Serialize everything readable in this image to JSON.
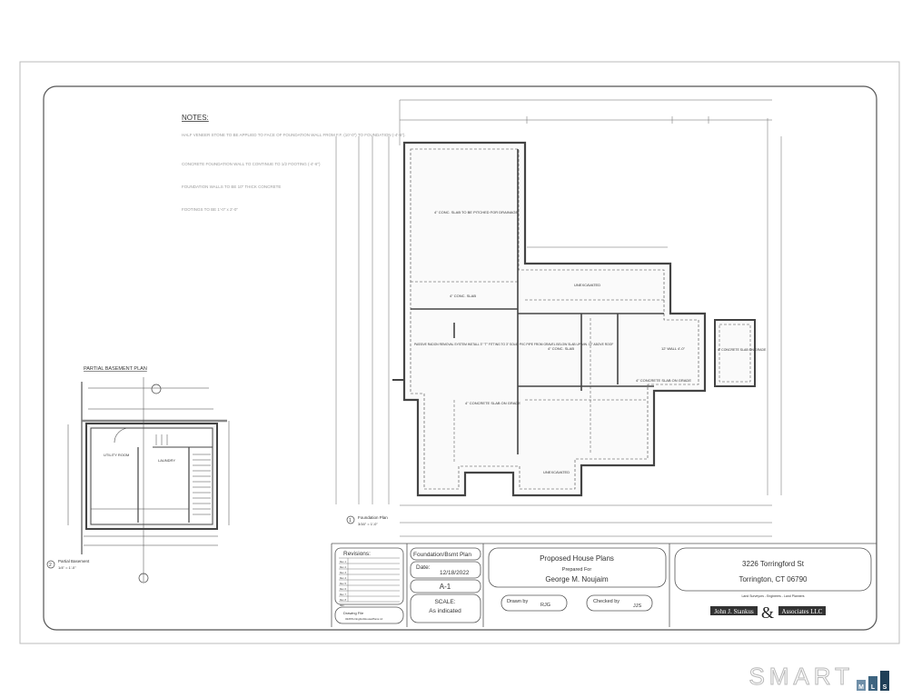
{
  "notes": {
    "title": "NOTES:",
    "items": [
      "HALF VENEER STONE TO BE APPLIED TO FACE OF FOUNDATION WALL FROM F.F. (10'-0\") TO FOUNDATION (-4'-6\").",
      "CONCRETE FOUNDATION WALL TO CONTINUE TO 1/2 FOOTING (-4'-6\")",
      "FOUNDATION WALLS TO BE 10\" THICK CONCRETE",
      "FOOTINGS TO BE 1'-0\" x 2'-0\""
    ]
  },
  "partial_basement": {
    "title": "PARTIAL BASEMENT PLAN",
    "rooms": [
      "UTILITY ROOM",
      "LAUNDRY"
    ],
    "label_number": "2",
    "label": "Partial Basement",
    "scale": "1/4\" = 1'-0\""
  },
  "foundation_plan": {
    "label_number": "1",
    "label": "Foundation Plan",
    "scale": "3/16\" = 1'-0\"",
    "callouts": [
      "4\" CONC. SLAB TO BE PITCHED FOR DRAINAGE",
      "4\" CONC. SLAB",
      "UNEXCAVATED",
      "4\" CONC. SLAB",
      "4\" CONCRETE SLAB ON GRADE",
      "4\" CONCRETE SLAB ON GRADE",
      "UNEXCAVATED",
      "PASSIVE RADON REMOVAL SYSTEM INSTALL 3\" \"T\" FITTING TO 3\" SOLID PVC PIPE FROM GRAVEL BELOW SLAB UP MIN. 12\" ABOVE ROOF",
      "12' WALL 4'-0\"",
      "4\" CONCRETE SLAB ON GRADE"
    ]
  },
  "title_block": {
    "revisions_label": "Revisions:",
    "revision_rows": [
      "Rev. 1",
      "Rev. 2",
      "Rev. 3",
      "Rev. 4",
      "Rev. 5",
      "Rev. 6",
      "Rev. 7",
      "Rev. 8",
      "Rev."
    ],
    "drawing_file_label": "Drawing File",
    "drawing_file": "3226TorringfordHousePlans.rvt",
    "sheet_type": "Foundation/Bsmt Plan",
    "date_label": "Date:",
    "date": "12/18/2022",
    "sheet_number": "A-1",
    "scale_label": "SCALE:",
    "scale": "As indicated",
    "project_title": "Proposed House Plans",
    "prepared_for_label": "Prepared For",
    "client": "George M. Noujaim",
    "drawn_by_label": "Drawn by",
    "drawn_by": "RJG",
    "checked_by_label": "Checked by",
    "checked_by": "JJS",
    "address_line1": "3226 Torringford St",
    "address_line2": "Torrington, CT 06790",
    "firm_tagline": "Land Surveyors - Engineers - Land Planners",
    "firm_name_left": "John J. Stankus",
    "firm_amp": "&",
    "firm_name_right": "Associates LLC"
  },
  "watermark": {
    "brand": "SMART",
    "blocks": [
      "M",
      "L",
      "S"
    ],
    "colors": [
      "#6f8fa8",
      "#3d6480",
      "#1f3f57"
    ]
  }
}
